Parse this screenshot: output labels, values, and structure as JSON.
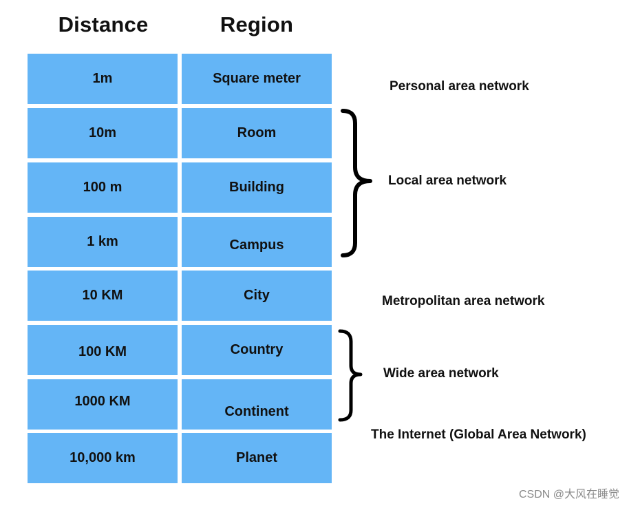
{
  "headers": {
    "distance": "Distance",
    "region": "Region"
  },
  "rows": [
    {
      "distance": "1m",
      "region": "Square meter"
    },
    {
      "distance": "10m",
      "region": "Room"
    },
    {
      "distance": "100 m",
      "region": "Building"
    },
    {
      "distance": "1 km",
      "region": "Campus"
    },
    {
      "distance": "10 KM",
      "region": "City"
    },
    {
      "distance": "100 KM",
      "region": "Country"
    },
    {
      "distance": "1000 KM",
      "region": "Continent"
    },
    {
      "distance": "10,000 km",
      "region": "Planet"
    }
  ],
  "networks": {
    "personal": "Personal area network",
    "local": "Local area network",
    "metropolitan": "Metropolitan area network",
    "wide": "Wide area network",
    "internet": "The Internet (Global Area Network)"
  },
  "watermark": "CSDN @大风在睡觉",
  "colors": {
    "cell_fill": "#64b5f6",
    "text": "#111111",
    "background": "#ffffff"
  }
}
